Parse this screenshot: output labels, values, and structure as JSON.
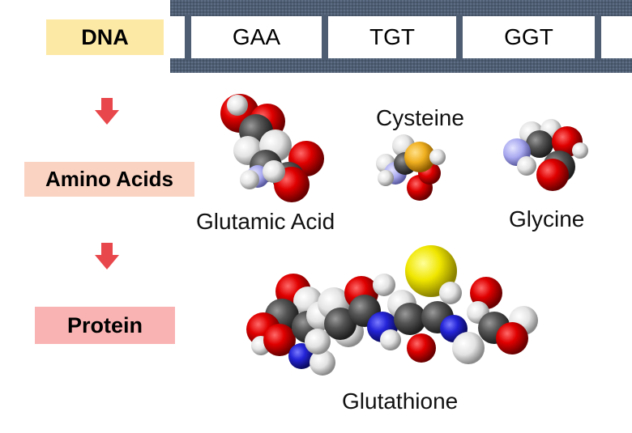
{
  "dna": {
    "label": "DNA",
    "codons": [
      "GAA",
      "TGT",
      "GGT"
    ]
  },
  "amino_acids": {
    "label": "Amino Acids",
    "molecules": [
      "Glutamic Acid",
      "Cysteine",
      "Glycine"
    ]
  },
  "protein": {
    "label": "Protein",
    "molecule": "Glutathione"
  },
  "colors": {
    "dna_label_bg": "#fde9a6",
    "amino_label_bg": "#fbd3c2",
    "protein_label_bg": "#fab3b3",
    "arrow": "#e8474b",
    "strand": "#4e5d72",
    "oxygen": "#d60000",
    "carbon": "#555555",
    "hydrogen": "#e6e6e6",
    "nitrogen": "#2a2ad8",
    "sulfur": "#e8e000"
  }
}
